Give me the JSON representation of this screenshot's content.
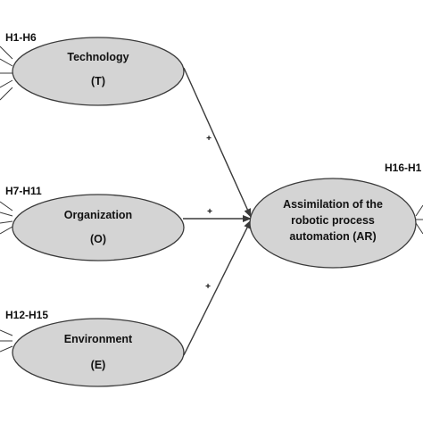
{
  "diagram": {
    "nodes": [
      {
        "id": "technology",
        "label": "Technology",
        "abbr": "(T)",
        "hypotheses": "H1-H6"
      },
      {
        "id": "organization",
        "label": "Organization",
        "abbr": "(O)",
        "hypotheses": "H7-H11"
      },
      {
        "id": "environment",
        "label": "Environment",
        "abbr": "(E)",
        "hypotheses": "H12-H15"
      },
      {
        "id": "assimilation",
        "label_lines": [
          "Assimilation of the",
          "robotic process",
          "automation (AR)"
        ],
        "hypotheses": "H16-H1"
      }
    ],
    "edges": [
      {
        "from": "technology",
        "to": "assimilation",
        "sign": "+"
      },
      {
        "from": "organization",
        "to": "assimilation",
        "sign": "+"
      },
      {
        "from": "environment",
        "to": "assimilation",
        "sign": "+"
      }
    ],
    "colors": {
      "node_fill": "#d4d4d4",
      "stroke": "#3a3a3a",
      "text": "#111111"
    }
  }
}
